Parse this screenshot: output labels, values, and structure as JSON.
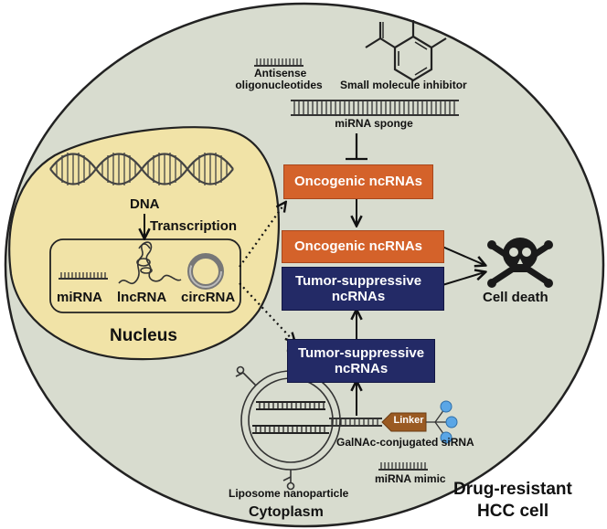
{
  "colors": {
    "cell_fill": "#d8dccf",
    "nucleus_fill": "#f1e3a7",
    "oncogenic_box": "#d4622a",
    "suppressive_box": "#232a66",
    "down_arrow": "#6cbf2a",
    "up_arrow": "#d21b1b",
    "linker": "#9a5a22",
    "galnac_dots": "#5aa6e6"
  },
  "labels": {
    "dna": "DNA",
    "transcription": "Transcription",
    "mirna": "miRNA",
    "lncrna": "lncRNA",
    "circrna": "circRNA",
    "nucleus": "Nucleus",
    "antisense_line1": "Antisense",
    "antisense_line2": "oligonucleotides",
    "small_molecule": "Small molecule inhibitor",
    "mirna_sponge": "miRNA sponge",
    "cell_death": "Cell death",
    "linker": "Linker",
    "galnac": "GalNAc-conjugated siRNA",
    "mirna_mimic": "miRNA mimic",
    "liposome": "Liposome nanoparticle",
    "cytoplasm": "Cytoplasm",
    "cell_line1": "Drug-resistant",
    "cell_line2": "HCC cell"
  },
  "boxes": {
    "oncogenic_top": "Oncogenic ncRNAs",
    "oncogenic_mid": "Oncogenic ncRNAs",
    "suppressive_mid_line1": "Tumor-suppressive",
    "suppressive_mid_line2": "ncRNAs",
    "suppressive_bottom_line1": "Tumor-suppressive",
    "suppressive_bottom_line2": "ncRNAs"
  },
  "icons": [
    "dna-helix-icon",
    "lncrna-icon",
    "circrna-icon",
    "skull-crossbones-icon",
    "benzene-molecule-icon",
    "liposome-icon"
  ]
}
